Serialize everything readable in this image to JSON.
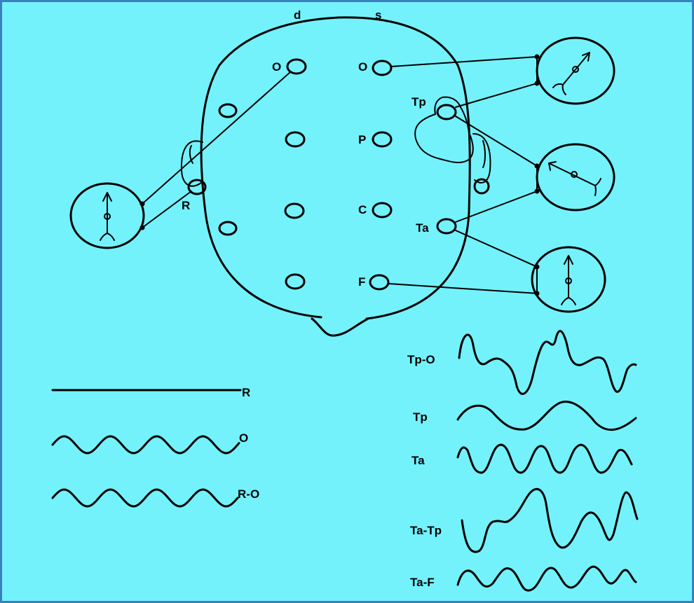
{
  "head_labels": {
    "d": "d",
    "s": "s"
  },
  "electrode_labels": {
    "left_O": "O",
    "right_O": "O",
    "Tp": "Tp",
    "P": "P",
    "R": "R",
    "C": "C",
    "Ta": "Ta",
    "F": "F"
  },
  "left_traces": [
    {
      "label": "R"
    },
    {
      "label": "O"
    },
    {
      "label": "R-O"
    }
  ],
  "right_traces": [
    {
      "label": "Tp-O"
    },
    {
      "label": "Tp"
    },
    {
      "label": "Ta"
    },
    {
      "label": "Ta-Tp"
    },
    {
      "label": "Ta-F"
    }
  ],
  "colors": {
    "background": "#73f2fc",
    "frame": "#3a7fbf",
    "ink": "#000000"
  }
}
